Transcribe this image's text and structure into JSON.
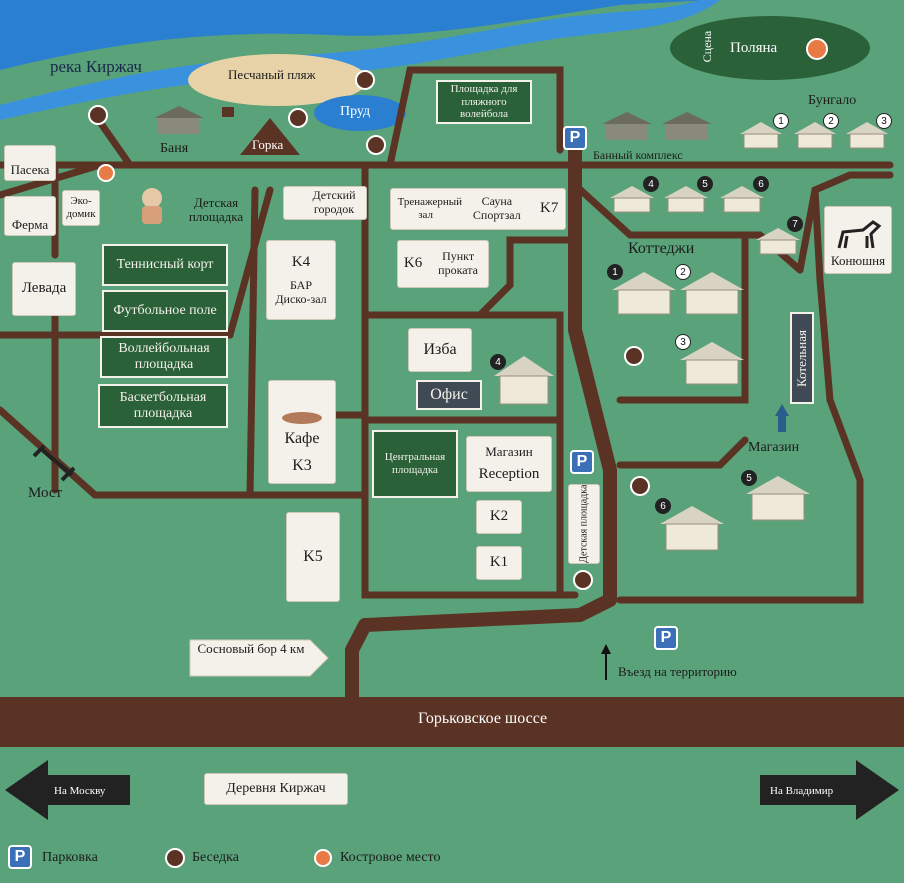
{
  "river": "река Киржач",
  "beach": "Песчаный пляж",
  "pond": "Пруд",
  "stage": "Сцена",
  "glade": "Поляна",
  "bungalo": "Бунгало",
  "banya": "Баня",
  "gorka": "Горка",
  "volley_beach": "Площадка для пляжного волейбола",
  "bath_complex": "Банный комплекс",
  "apiary": "Пасека",
  "eco_house": "Эко-домик",
  "farm": "Ферма",
  "kids_playground": "Детская площадка",
  "kids_town": "Детский городок",
  "gym_sauna": {
    "gym": "Тренажерный зал",
    "sauna": "Сауна Спортзал",
    "k7": "K7"
  },
  "rental": {
    "k6": "K6",
    "text": "Пункт проката"
  },
  "cottages": "Коттеджи",
  "stable": "Конюшня",
  "levada": "Левада",
  "tennis": "Теннисный корт",
  "football": "Футбольное поле",
  "volleyball": "Воллейбольная площадка",
  "basketball": "Баскетбольная площадка",
  "k4": "K4",
  "bar": "БАР Диско-зал",
  "izba": "Изба",
  "office": "Офис",
  "boiler": "Котельная",
  "shop": "Магазин",
  "cafe": "Кафе",
  "k3": "K3",
  "central_square": "Центральная площадка",
  "shop2": "Магазин",
  "reception": "Reception",
  "k2": "K2",
  "k1": "K1",
  "k5": "K5",
  "bridge": "Мост",
  "kids_playground2": "Детская площадка",
  "pine_forest": "Сосновый бор 4 км",
  "entrance": "Въезд на территорию",
  "highway": "Горьковское шоссе",
  "to_moscow": "На Москву",
  "village": "Деревня Киржач",
  "to_vladimir": "На Владимир",
  "legend": {
    "parking": "Парковка",
    "gazebo": "Беседка",
    "fire": "Костровое место"
  },
  "parking_letter": "P",
  "numbers": {
    "bungalo": [
      "1",
      "2",
      "3"
    ],
    "row": [
      "4",
      "5",
      "6",
      "7"
    ],
    "cottages": [
      "1",
      "2",
      "3"
    ],
    "south": [
      "6",
      "5"
    ],
    "izba": "4"
  },
  "colors": {
    "grass": "#5aa27a",
    "road": "#5a3324",
    "river": "#2b7fd0",
    "dark_green": "#2a6138",
    "parking": "#3b6fb8",
    "fire": "#e87a45"
  }
}
